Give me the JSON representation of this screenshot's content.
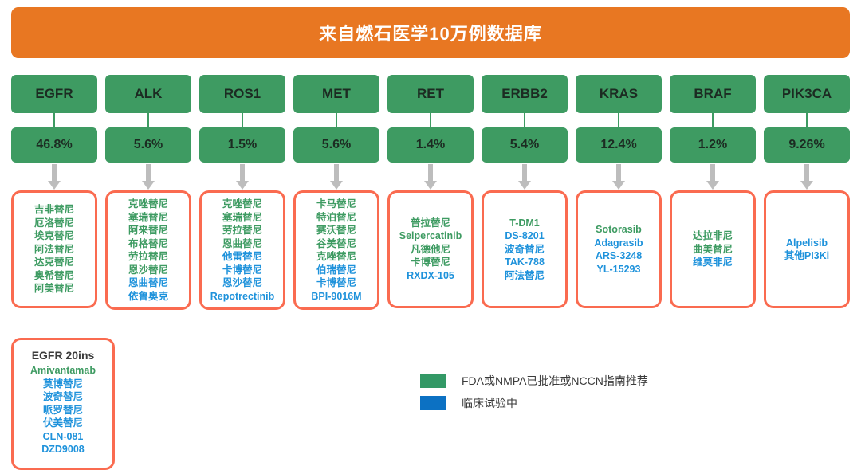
{
  "title": {
    "text": "来自燃石医学10万例数据库"
  },
  "colors": {
    "banner_orange": "#E87722",
    "gene_green": "#3E9B62",
    "card_border_orange": "#FA6B50",
    "approved_green": "#3E9B62",
    "trial_blue": "#1E92DB",
    "legend_green": "#339966",
    "legend_blue": "#0C71C3",
    "arrow_gray": "#BDBDBD"
  },
  "genes": [
    {
      "name": "EGFR",
      "percent": "46.8%",
      "drugs": [
        {
          "label": "吉非替尼",
          "status": "approved"
        },
        {
          "label": "厄洛替尼",
          "status": "approved"
        },
        {
          "label": "埃克替尼",
          "status": "approved"
        },
        {
          "label": "阿法替尼",
          "status": "approved"
        },
        {
          "label": "达克替尼",
          "status": "approved"
        },
        {
          "label": "奥希替尼",
          "status": "approved"
        },
        {
          "label": "阿美替尼",
          "status": "approved"
        }
      ]
    },
    {
      "name": "ALK",
      "percent": "5.6%",
      "drugs": [
        {
          "label": "克唑替尼",
          "status": "approved"
        },
        {
          "label": "塞瑞替尼",
          "status": "approved"
        },
        {
          "label": "阿来替尼",
          "status": "approved"
        },
        {
          "label": "布格替尼",
          "status": "approved"
        },
        {
          "label": "劳拉替尼",
          "status": "approved"
        },
        {
          "label": "恩沙替尼",
          "status": "approved"
        },
        {
          "label": "恩曲替尼",
          "status": "trial"
        },
        {
          "label": "依鲁奥克",
          "status": "trial"
        }
      ]
    },
    {
      "name": "ROS1",
      "percent": "1.5%",
      "drugs": [
        {
          "label": "克唑替尼",
          "status": "approved"
        },
        {
          "label": "塞瑞替尼",
          "status": "approved"
        },
        {
          "label": "劳拉替尼",
          "status": "approved"
        },
        {
          "label": "恩曲替尼",
          "status": "approved"
        },
        {
          "label": "他雷替尼",
          "status": "trial"
        },
        {
          "label": "卡博替尼",
          "status": "trial"
        },
        {
          "label": "恩沙替尼",
          "status": "trial"
        },
        {
          "label": "Repotrectinib",
          "status": "trial"
        }
      ]
    },
    {
      "name": "MET",
      "percent": "5.6%",
      "drugs": [
        {
          "label": "卡马替尼",
          "status": "approved"
        },
        {
          "label": "特泊替尼",
          "status": "approved"
        },
        {
          "label": "赛沃替尼",
          "status": "approved"
        },
        {
          "label": "谷美替尼",
          "status": "approved"
        },
        {
          "label": "克唑替尼",
          "status": "approved"
        },
        {
          "label": "伯瑞替尼",
          "status": "trial"
        },
        {
          "label": "卡博替尼",
          "status": "trial"
        },
        {
          "label": "BPI-9016M",
          "status": "trial"
        }
      ]
    },
    {
      "name": "RET",
      "percent": "1.4%",
      "drugs": [
        {
          "label": "普拉替尼",
          "status": "approved"
        },
        {
          "label": "Selpercatinib",
          "status": "approved"
        },
        {
          "label": "凡德他尼",
          "status": "approved"
        },
        {
          "label": "卡博替尼",
          "status": "approved"
        },
        {
          "label": "RXDX-105",
          "status": "trial"
        }
      ]
    },
    {
      "name": "ERBB2",
      "percent": "5.4%",
      "drugs": [
        {
          "label": "T-DM1",
          "status": "approved"
        },
        {
          "label": "DS-8201",
          "status": "trial"
        },
        {
          "label": "波奇替尼",
          "status": "trial"
        },
        {
          "label": "TAK-788",
          "status": "trial"
        },
        {
          "label": "阿法替尼",
          "status": "trial"
        }
      ]
    },
    {
      "name": "KRAS",
      "percent": "12.4%",
      "drugs": [
        {
          "label": "Sotorasib",
          "status": "approved"
        },
        {
          "label": "Adagrasib",
          "status": "trial"
        },
        {
          "label": "ARS-3248",
          "status": "trial"
        },
        {
          "label": "YL-15293",
          "status": "trial"
        }
      ]
    },
    {
      "name": "BRAF",
      "percent": "1.2%",
      "drugs": [
        {
          "label": "达拉非尼",
          "status": "approved"
        },
        {
          "label": "曲美替尼",
          "status": "approved"
        },
        {
          "label": "维莫非尼",
          "status": "trial"
        }
      ]
    },
    {
      "name": "PIK3CA",
      "percent": "9.26%",
      "drugs": [
        {
          "label": "Alpelisib",
          "status": "trial"
        },
        {
          "label": "其他PI3Ki",
          "status": "trial"
        }
      ]
    }
  ],
  "egfr_20ins": {
    "heading": "EGFR 20ins",
    "drugs": [
      {
        "label": "Amivantamab",
        "status": "approved"
      },
      {
        "label": "莫博替尼",
        "status": "trial"
      },
      {
        "label": "波奇替尼",
        "status": "trial"
      },
      {
        "label": "哌罗替尼",
        "status": "trial"
      },
      {
        "label": "伏美替尼",
        "status": "trial"
      },
      {
        "label": "CLN-081",
        "status": "trial"
      },
      {
        "label": "DZD9008",
        "status": "trial"
      }
    ]
  },
  "legend": {
    "items": [
      {
        "status": "approved",
        "label": "FDA或NMPA已批准或NCCN指南推荐"
      },
      {
        "status": "trial",
        "label": "临床试验中"
      }
    ]
  }
}
